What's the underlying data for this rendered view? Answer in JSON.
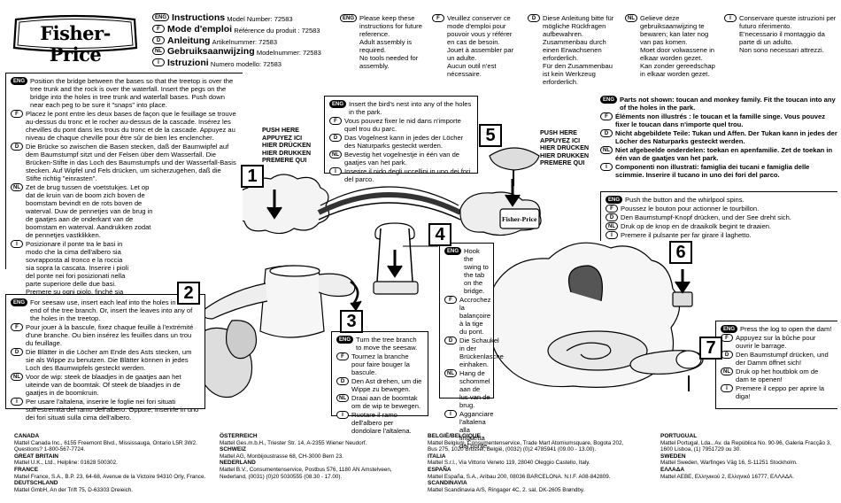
{
  "brand": "Fisher-Price",
  "header": {
    "titles": [
      {
        "lang": "ENG",
        "title": "Instructions",
        "sub": "Model Number: 72583"
      },
      {
        "lang": "F",
        "title": "Mode d'emploi",
        "sub": "Référence du produit : 72583"
      },
      {
        "lang": "D",
        "title": "Anleitung",
        "sub": "Artikelnummer: 72583"
      },
      {
        "lang": "NL",
        "title": "Gebruiksaanwijzing",
        "sub": "Modelnummer: 72583"
      },
      {
        "lang": "I",
        "title": "Istruzioni",
        "sub": "Numero modello: 72583"
      }
    ],
    "notes": [
      {
        "lang": "ENG",
        "text": "Please keep these instructions for future reference.\nAdult assembly is required.\nNo tools needed for assembly."
      },
      {
        "lang": "F",
        "text": "Veuillez conserver ce mode d'emploi pour pouvoir vous y référer en cas de besoin.\nJouet à assembler par un adulte.\nAucun outil n'est nécessaire."
      },
      {
        "lang": "D",
        "text": "Diese Anleitung bitte für mögliche Rückfragen aufbewahren.\nZusammenbau durch einen Erwachsenen erforderlich.\nFür den Zusammenbau ist kein Werkzeug erforderlich."
      },
      {
        "lang": "NL",
        "text": "Gelieve deze gebruiksaanwijzing te bewaren; kan later nog van pas komen.\nMoet door volwassene in elkaar worden gezet.\nKan zonder gereedschap in elkaar worden gezet."
      },
      {
        "lang": "I",
        "text": "Conservare queste istruzioni per futuro riferimento.\nE'necessario il montaggio da parte di un adulto.\nNon sono necessari attrezzi."
      }
    ]
  },
  "push_here": [
    "PUSH HERE",
    "APPUYEZ ICI",
    "HIER DRÜCKEN",
    "HIER DRUKKEN",
    "PREMERE QUI"
  ],
  "steps": {
    "s1": {
      "num": "1",
      "items": [
        {
          "lang": "ENG",
          "text": "Position the bridge between the bases so that the treetop is over the tree trunk and the rock is over the waterfall. Insert the pegs on the bridge into the holes in tree trunk and waterfall bases. Push down near each peg to be sure it \"snaps\" into place."
        },
        {
          "lang": "F",
          "text": "Placez le pont entre les deux bases de façon que le feuillage se trouve au-dessus du tronc et le rocher au-dessus de la cascade. Insérez les chevilles du pont dans les trous du tronc et de la cascade. Appuyez au niveau de chaque cheville pour être sûr de bien les enclencher."
        },
        {
          "lang": "D",
          "text": "Die Brücke so zwischen die Basen stecken, daß der Baumwipfel auf dem Baumstumpf sitzt und der Felsen über dem Wasserfall. Die Brücken-Stifte in das Loch des Baumstumpfs und der Wasserfall-Basis stecken. Auf Wipfel und Fels drücken, um sicherzugehen, daß die Stifte richtig \"einrasten\"."
        },
        {
          "lang": "NL",
          "text": "Zet de brug tussen de voetstukjes. Let op dat de kruin van de boom zich boven de boomstam bevindt en de rots boven de waterval. Duw de pennetjes van de brug in de gaatjes aan de onderkant van de boomstam en waterval. Aandrukken zodat de pennetjes vastklikken."
        },
        {
          "lang": "I",
          "text": "Posizionare il ponte tra le basi in modo che la cima dell'albero sia sovrapposta al tronco e la roccia sia sopra la cascata. Inserire i pioli del ponte nei fori posizionati nella parte superiore delle due basi. Premere su ogni piolo, finché sia agganciato alla base."
        }
      ]
    },
    "s2": {
      "num": "2",
      "items": [
        {
          "lang": "ENG",
          "text": "For seesaw use, insert each leaf into the holes in the end of the tree branch. Or, insert the leaves into any of the holes in the treetop."
        },
        {
          "lang": "F",
          "text": "Pour jouer à la bascule, fixez chaque feuille à l'extrémité d'une branche. Ou bien insérez les feuilles dans un trou du feuillage."
        },
        {
          "lang": "D",
          "text": "Die Blätter in die Löcher am Ende des Asts stecken, um sie als Wippe zu benutzen. Die Blätter können in jedes Loch des Baumwipfels gesteckt werden."
        },
        {
          "lang": "NL",
          "text": "Voor de wip: steek de blaadjes in de gaatjes aan het uiteinde van de boomtak. Of steek de blaadjes in de gaatjes in de boomkruin."
        },
        {
          "lang": "I",
          "text": "Per usare l'altalena, inserire le foglie nei fori situati sull'estremità del ramo dell'albero. Oppure, inserirle in uno dei fori situati sulla cima dell'albero."
        }
      ]
    },
    "s3": {
      "num": "3",
      "items": [
        {
          "lang": "ENG",
          "text": "Turn the tree branch to move the seesaw."
        },
        {
          "lang": "F",
          "text": "Tournez la branche pour faire bouger la bascule."
        },
        {
          "lang": "D",
          "text": "Den Ast drehen, um die Wippe zu bewegen."
        },
        {
          "lang": "NL",
          "text": "Draai aan de boomtak om de wip te bewegen."
        },
        {
          "lang": "I",
          "text": "Ruotare il ramo dell'albero per dondolare l'altalena."
        }
      ]
    },
    "s4": {
      "num": "4",
      "items": [
        {
          "lang": "ENG",
          "text": "Hook the swing to the tab on the bridge."
        },
        {
          "lang": "F",
          "text": "Accrochez la balançoire à la tige du pont."
        },
        {
          "lang": "D",
          "text": "Die Schaukel in der Brückenlasche einhaken."
        },
        {
          "lang": "NL",
          "text": "Hang de schommel aan de lus van de brug."
        },
        {
          "lang": "I",
          "text": "Agganciare l'altalena alla linguetta del ponte."
        }
      ]
    },
    "s5": {
      "num": "5",
      "items": [
        {
          "lang": "ENG",
          "text": "Insert the bird's nest into any of the holes in the park."
        },
        {
          "lang": "F",
          "text": "Vous pouvez fixer le nid dans n'importe quel trou du parc."
        },
        {
          "lang": "D",
          "text": "Das Vogelnest kann in jedes der Löcher des Naturparks gesteckt werden."
        },
        {
          "lang": "NL",
          "text": "Bevestig het vogelnestje in één van de gaatjes van het park."
        },
        {
          "lang": "I",
          "text": "Inserire il nido degli uccellini in uno dei fori del parco."
        }
      ]
    },
    "s6": {
      "num": "6",
      "items": [
        {
          "lang": "ENG",
          "text": "Push the button and the whirlpool spins."
        },
        {
          "lang": "F",
          "text": "Poussez le bouton pour actionner le tourbillon."
        },
        {
          "lang": "D",
          "text": "Den Baumstumpf-Knopf drücken, und der See dreht sich."
        },
        {
          "lang": "NL",
          "text": "Druk op de knop en de draaikolk begint te draaien."
        },
        {
          "lang": "I",
          "text": "Premere il pulsante per far girare il laghetto."
        }
      ]
    },
    "s7": {
      "num": "7",
      "items": [
        {
          "lang": "ENG",
          "text": "Press the log to open the dam!"
        },
        {
          "lang": "F",
          "text": "Appuyez sur la bûche pour ouvrir le barrage."
        },
        {
          "lang": "D",
          "text": "Den Baumstumpf drücken, und der Damm öffnet sich!"
        },
        {
          "lang": "NL",
          "text": "Druk op het houtblok om de dam te openen!"
        },
        {
          "lang": "I",
          "text": "Premere il ceppo per aprire la diga!"
        }
      ]
    },
    "parts": {
      "items": [
        {
          "lang": "ENG",
          "text": "Parts not shown: toucan and monkey family. Fit the toucan into any of the holes in the park."
        },
        {
          "lang": "F",
          "text": "Éléments non illustrés : le toucan et la famille singe. Vous pouvez fixer le toucan dans n'importe quel trou."
        },
        {
          "lang": "D",
          "text": "Nicht abgebildete Teile: Tukan und Affen. Der Tukan kann in jedes der Löcher des Naturparks gesteckt werden."
        },
        {
          "lang": "NL",
          "text": "Niet afgebeelde onderdelen: toekan en apenfamilie. Zet de toekan in één van de gaatjes van het park."
        },
        {
          "lang": "I",
          "text": "Componenti non illustrati: famiglia dei tucani e famiglia delle scimmie. Inserire il tucano in uno dei fori del parco."
        }
      ]
    }
  },
  "toy_logo": "Fisher-Price",
  "addresses": {
    "col1": [
      {
        "country": "CANADA",
        "text": "Mattel Canada Inc., 6155 Freemont Blvd., Mississauga, Ontario L5R 3W2.\nQuestions? 1-800-567-7724."
      },
      {
        "country": "GREAT BRITAIN",
        "text": "Mattel U.K., Ltd., Helpline: 01628 500302."
      },
      {
        "country": "FRANCE",
        "text": "Mattel France, S.A., B.P. 23, 64-68, Avenue de la Victoire 94310 Orly, France."
      },
      {
        "country": "DEUTSCHLAND",
        "text": "Mattel GmbH, An der Trift 75, D-63303 Dreieich."
      }
    ],
    "col2": [
      {
        "country": "ÖSTERREICH",
        "text": "Mattel Ges.m.b.H., Triester Str. 14, A-2355 Wiener Neudorf."
      },
      {
        "country": "SCHWEIZ",
        "text": "Mattel AG, Monbijoustrasse 68, CH-3000 Bern 23."
      },
      {
        "country": "NEDERLAND",
        "text": "Mattel B.V., Consumentenservice, Postbus 576, 1180 AN Amstelveen,\nNederland, (0031) (0)20 5030555 (08.30 - 17.00)."
      }
    ],
    "col3": [
      {
        "country": "BELGIË/BELGIQUE",
        "text": "Mattel Belgium, Consumentenservice, Trade Mart Atomiumsquare, Bogota 202,\nBus 275, 1020 Brussel, België, (0032) (0)2 4785941 (09.00 - 13.00)."
      },
      {
        "country": "ITALIA",
        "text": "Mattel S.r.l., Via Vittorio Veneto 119, 28040 Oleggio Castello, Italy."
      },
      {
        "country": "ESPAÑA",
        "text": "Mattel España, S.A., Aribau 200, 08036 BARCELONA. N.I.F. A08-842809."
      },
      {
        "country": "SCANDINAVIA",
        "text": "Mattel Scandinavia A/S, Ringager 4C, 2. sal, DK-2605 Brøndby."
      }
    ],
    "col4": [
      {
        "country": "PORTUGUAL",
        "text": "Mattel Portugal, Lda., Av. da República No. 90-96, Galeria Fracção 3,\n1600 Lisboa, (1) 7951729 ou 30."
      },
      {
        "country": "SWEDEN",
        "text": "Mattel Sweden, Warfinges Väg 16, S-11251 Stockholm."
      },
      {
        "country": "ΕΛΛΑΔΑ",
        "text": "Mattel AEBE, Ελληνικού 2, Ελληνικό 16777, ΕΛΛΑΔΑ."
      }
    ]
  }
}
